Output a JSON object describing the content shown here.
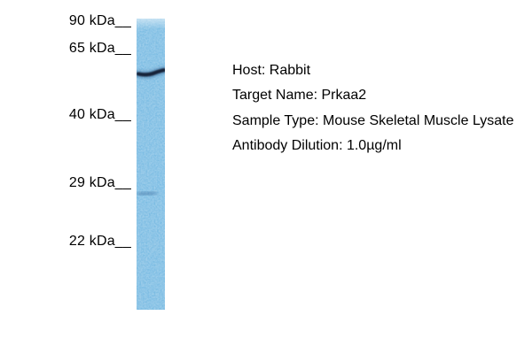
{
  "figure": {
    "kind": "western-blot-validation-figure",
    "background_color": "#ffffff",
    "text_color": "#000000"
  },
  "blot": {
    "lane_color": "#66b2e0",
    "strong_band_color": "#142239",
    "faint_band_color": "#37699b",
    "markers": [
      {
        "label": "90 kDa__"
      },
      {
        "label": "65 kDa__"
      },
      {
        "label": "40 kDa__"
      },
      {
        "label": "29 kDa__"
      },
      {
        "label": "22 kDa__"
      }
    ],
    "bands": [
      {
        "intensity": "strong",
        "location": "between 65 kDa and 40 kDa markers"
      },
      {
        "intensity": "faint",
        "location": "just below 29 kDa marker"
      }
    ]
  },
  "annotations": {
    "host": "Host: Rabbit",
    "target_name": "Target Name: Prkaa2",
    "sample_type": "Sample Type: Mouse Skeletal Muscle Lysate",
    "antibody_dilution": "Antibody Dilution: 1.0µg/ml"
  }
}
